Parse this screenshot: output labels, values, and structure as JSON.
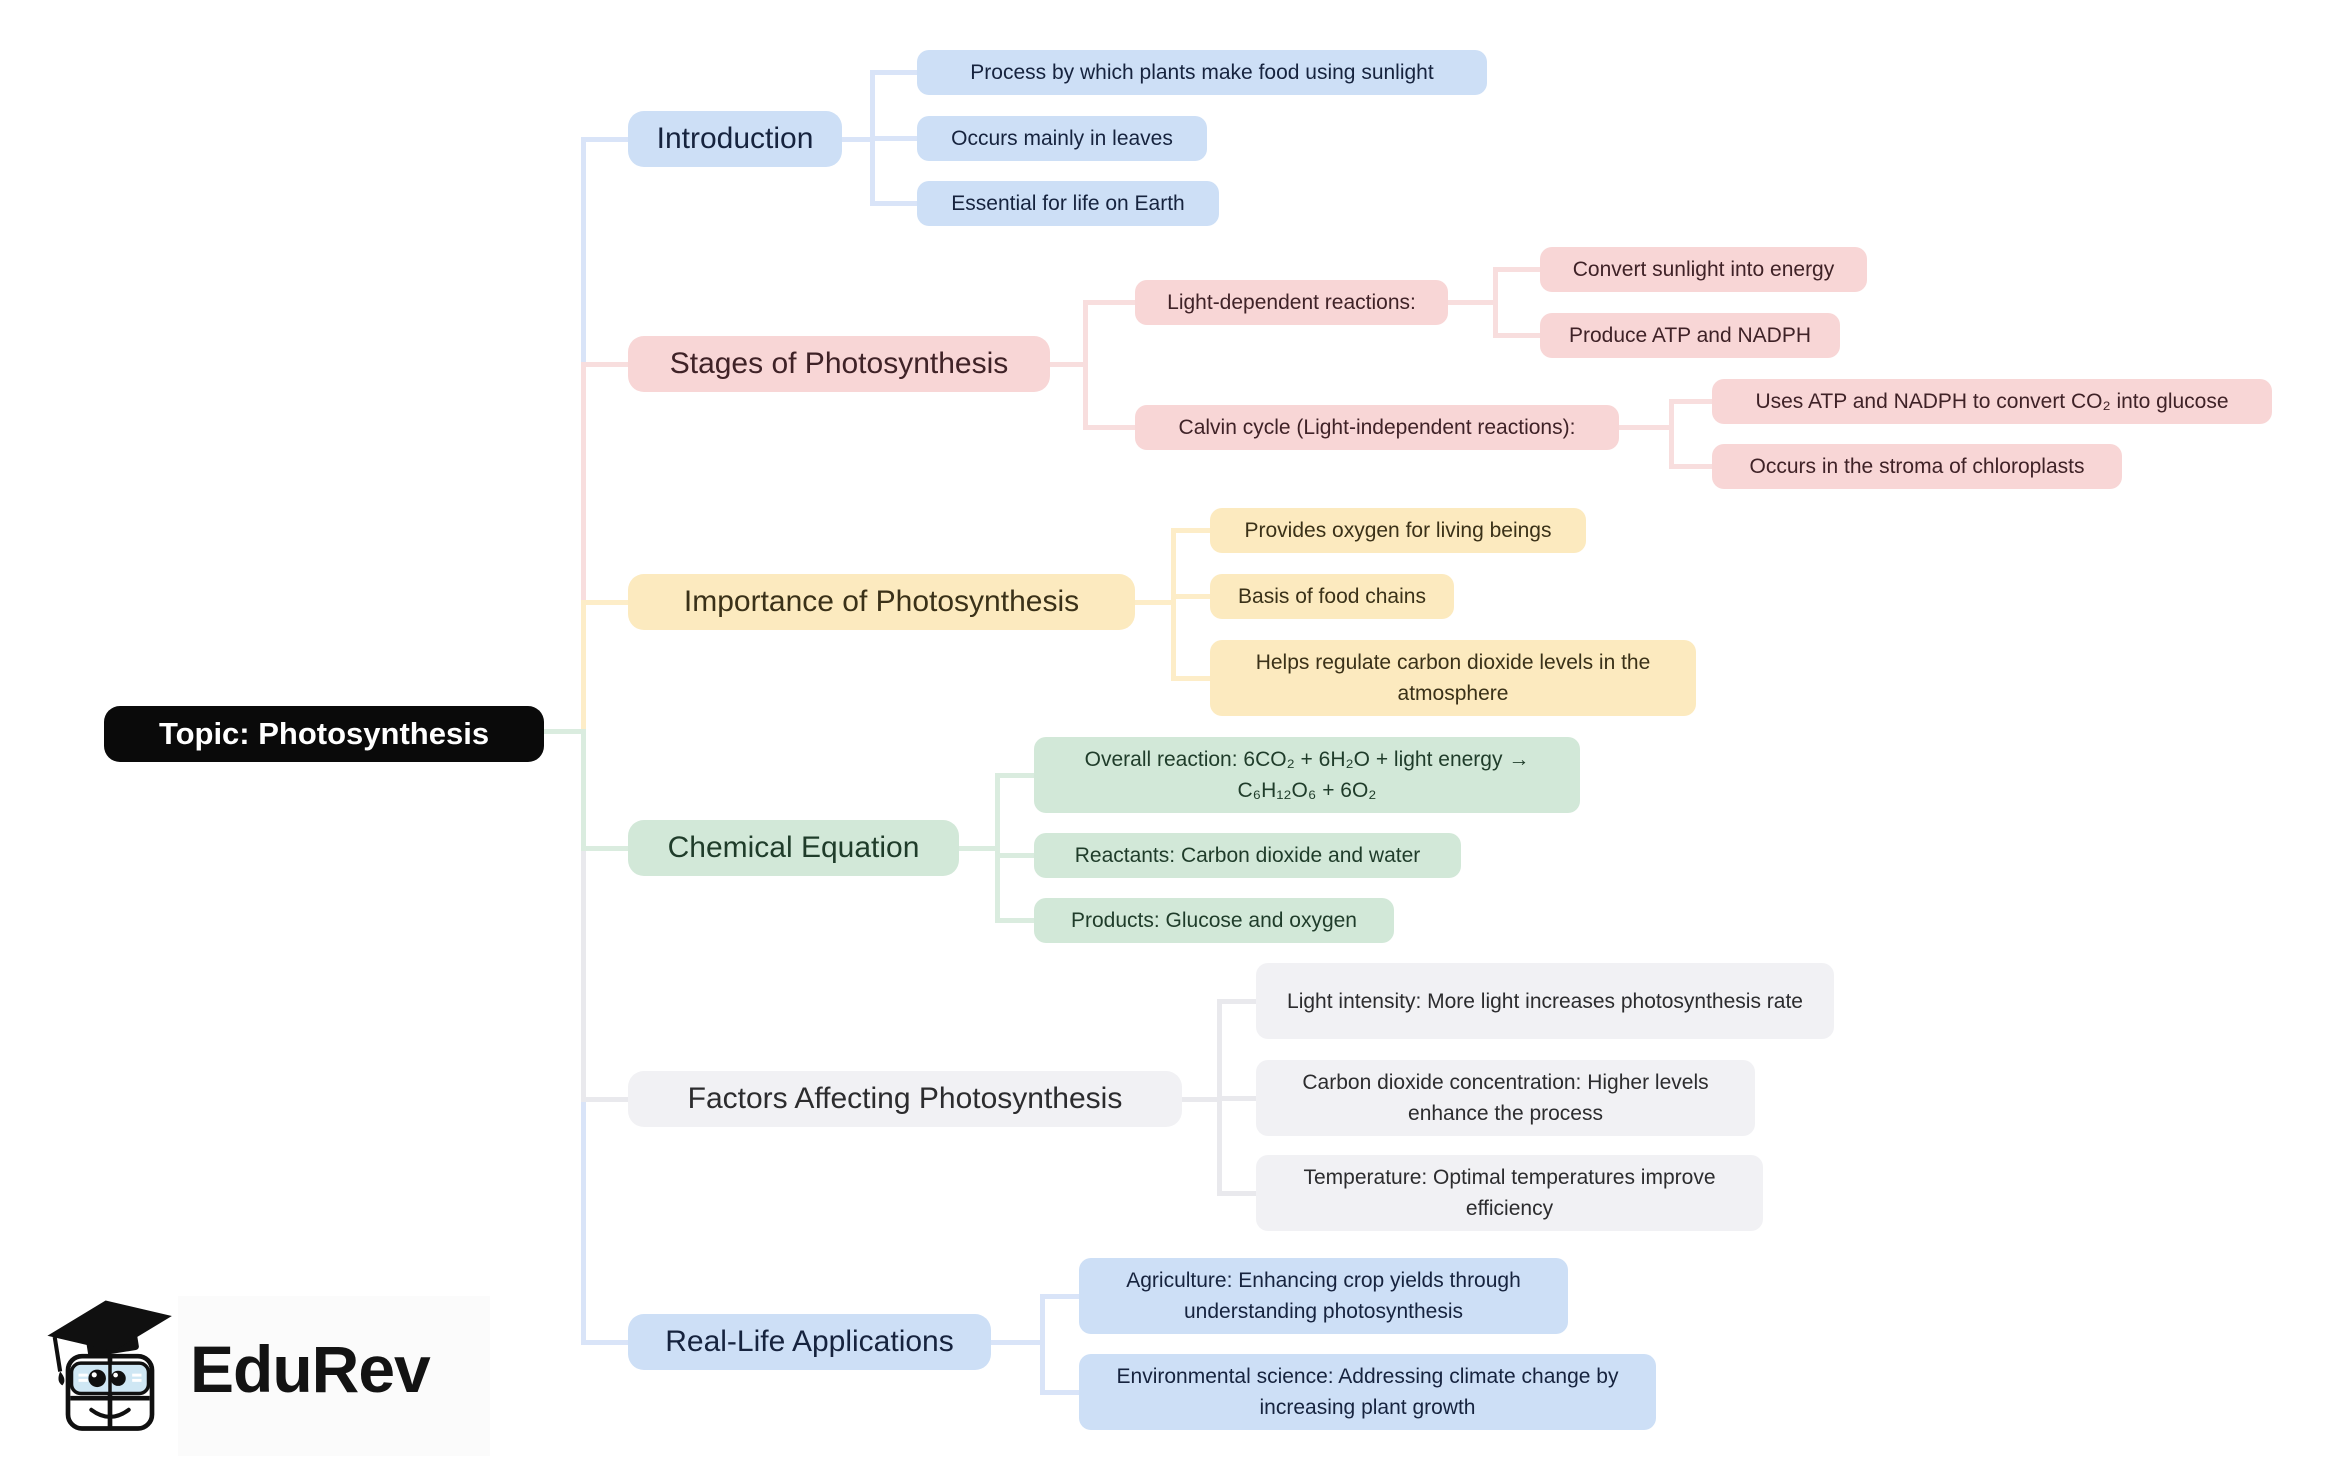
{
  "root": {
    "label": "Topic: Photosynthesis"
  },
  "branches": [
    {
      "id": "introduction",
      "label": "Introduction",
      "color": "#cddff6",
      "line_color": "#d9e4f8",
      "children": [
        {
          "text": "Process by which plants make food using sunlight"
        },
        {
          "text": "Occurs mainly in leaves"
        },
        {
          "text": "Essential for life on Earth"
        }
      ]
    },
    {
      "id": "stages-of-photosynthesis",
      "label": "Stages of Photosynthesis",
      "color": "#f8d6d6",
      "line_color": "#f8dede",
      "children": [
        {
          "text": "Light-dependent reactions:",
          "children": [
            {
              "text": "Convert sunlight into energy"
            },
            {
              "text": "Produce ATP and NADPH"
            }
          ]
        },
        {
          "text": "Calvin cycle (Light-independent reactions):",
          "children": [
            {
              "text": "Uses ATP and NADPH to convert CO₂ into glucose"
            },
            {
              "text": "Occurs in the stroma of chloroplasts"
            }
          ]
        }
      ]
    },
    {
      "id": "importance-of-photosynthesis",
      "label": "Importance of Photosynthesis",
      "color": "#fceabf",
      "line_color": "#fdedc8",
      "children": [
        {
          "text": "Provides oxygen for living beings"
        },
        {
          "text": "Basis of food chains"
        },
        {
          "text": "Helps regulate carbon dioxide levels in the atmosphere"
        }
      ]
    },
    {
      "id": "chemical-equation",
      "label": "Chemical Equation",
      "color": "#d2e8d8",
      "line_color": "#daecdf",
      "children": [
        {
          "text": "Overall reaction: 6CO₂ + 6H₂O + light energy → C₆H₁₂O₆ + 6O₂"
        },
        {
          "text": "Reactants: Carbon dioxide and water"
        },
        {
          "text": "Products: Glucose and oxygen"
        }
      ]
    },
    {
      "id": "factors-affecting-photosynthesis",
      "label": "Factors Affecting Photosynthesis",
      "color": "#f1f1f4",
      "line_color": "#e9e9ed",
      "children": [
        {
          "text": "Light intensity: More light increases photosynthesis rate"
        },
        {
          "text": "Carbon dioxide concentration: Higher levels enhance the process"
        },
        {
          "text": "Temperature: Optimal temperatures improve efficiency"
        }
      ]
    },
    {
      "id": "real-life-applications",
      "label": "Real-Life Applications",
      "color": "#cddff6",
      "line_color": "#d9e4f8",
      "children": [
        {
          "text": "Agriculture: Enhancing crop yields through understanding photosynthesis"
        },
        {
          "text": "Environmental science: Addressing climate change by increasing plant growth"
        }
      ]
    }
  ],
  "branding": {
    "logo_text": "EduRev"
  },
  "colors": {
    "root_bg": "#0a0a0a",
    "root_text": "#ffffff",
    "background": "#ffffff"
  }
}
